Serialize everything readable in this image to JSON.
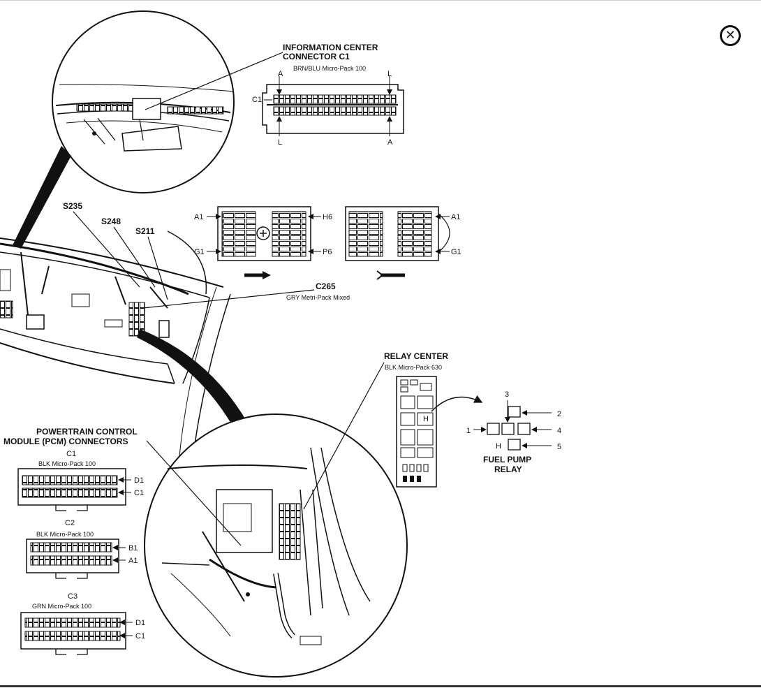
{
  "close_icon_glyph": "✕",
  "info_center": {
    "title_line1": "INFORMATION CENTER",
    "title_line2": "CONNECTOR C1",
    "spec": "BRN/BLU Micro-Pack 100",
    "connector_id": "C1",
    "pin_top_left": "A",
    "pin_top_right": "L",
    "pin_bottom_left": "L",
    "pin_bottom_right": "A"
  },
  "splices": {
    "s235": "S235",
    "s248": "S248",
    "s211": "S211"
  },
  "c265": {
    "name": "C265",
    "spec": "GRY Metri-Pack Mixed",
    "pin_a1_left": "A1",
    "pin_g1_left": "G1",
    "pin_h6": "H6",
    "pin_p6": "P6",
    "pin_a1_right": "A1",
    "pin_g1_right": "G1"
  },
  "relay_center": {
    "title": "RELAY CENTER",
    "spec": "BLK Micro-Pack 630",
    "h_label": "H"
  },
  "fuel_pump_relay": {
    "title_line1": "FUEL PUMP",
    "title_line2": "RELAY",
    "pin1": "1",
    "pin2": "2",
    "pin3": "3",
    "pin4": "4",
    "pin5": "5",
    "h_label": "H"
  },
  "pcm": {
    "title_line1": "POWERTRAIN CONTROL",
    "title_line2": "MODULE (PCM) CONNECTORS",
    "c1": {
      "name": "C1",
      "spec": "BLK Micro-Pack 100",
      "pin_top": "D1",
      "pin_bottom": "C1"
    },
    "c2": {
      "name": "C2",
      "spec": "BLK Micro-Pack 100",
      "pin_top": "B1",
      "pin_bottom": "A1"
    },
    "c3": {
      "name": "C3",
      "spec": "GRN Micro-Pack 100",
      "pin_top": "D1",
      "pin_bottom": "C1"
    }
  }
}
